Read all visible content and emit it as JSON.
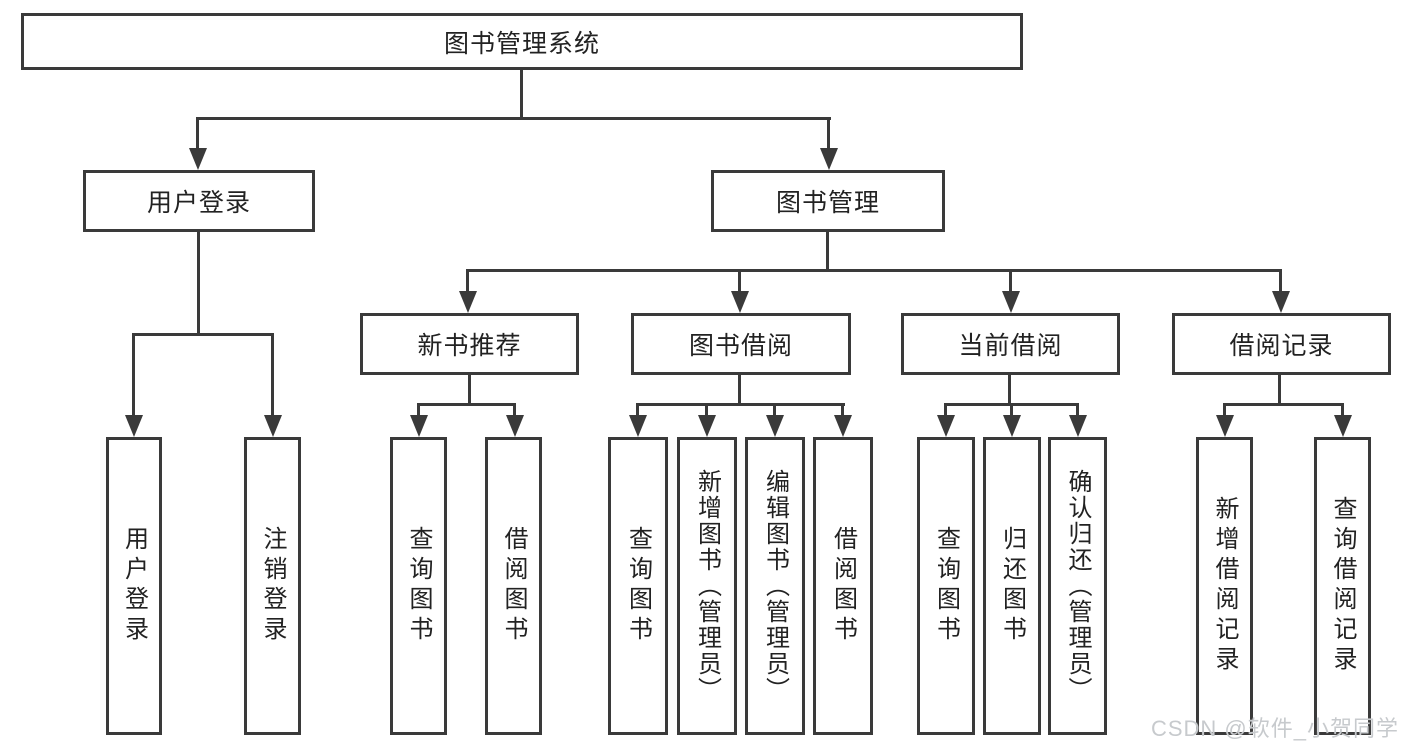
{
  "diagram_title": "图书管理系统",
  "watermark": "CSDN @软件_小贺同学",
  "colors": {
    "line": "#3a3a3a",
    "text": "#222222",
    "background": "#ffffff",
    "watermark": "#c7cacd"
  },
  "nodes": {
    "root": {
      "label": "图书管理系统"
    },
    "user_login": {
      "label": "用户登录"
    },
    "book_mgmt": {
      "label": "图书管理"
    },
    "new_books": {
      "label": "新书推荐"
    },
    "book_borrow": {
      "label": "图书借阅"
    },
    "current_borrow": {
      "label": "当前借阅"
    },
    "borrow_records": {
      "label": "借阅记录"
    },
    "leaf_user_login": {
      "label": "用户登录"
    },
    "leaf_logout": {
      "label": "注销登录"
    },
    "leaf_nb_query": {
      "label": "查询图书"
    },
    "leaf_nb_borrow": {
      "label": "借阅图书"
    },
    "leaf_bb_query": {
      "label": "查询图书"
    },
    "leaf_bb_add": {
      "label": "新增图书（管理员）"
    },
    "leaf_bb_edit": {
      "label": "编辑图书（管理员）"
    },
    "leaf_bb_borrow": {
      "label": "借阅图书"
    },
    "leaf_cb_query": {
      "label": "查询图书"
    },
    "leaf_cb_return": {
      "label": "归还图书"
    },
    "leaf_cb_confirm": {
      "label": "确认归还（管理员）"
    },
    "leaf_br_add": {
      "label": "新增借阅记录"
    },
    "leaf_br_query": {
      "label": "查询借阅记录"
    }
  },
  "edges": [
    [
      "图书管理系统",
      "用户登录"
    ],
    [
      "图书管理系统",
      "图书管理"
    ],
    [
      "用户登录",
      "用户登录"
    ],
    [
      "用户登录",
      "注销登录"
    ],
    [
      "图书管理",
      "新书推荐"
    ],
    [
      "图书管理",
      "图书借阅"
    ],
    [
      "图书管理",
      "当前借阅"
    ],
    [
      "图书管理",
      "借阅记录"
    ],
    [
      "新书推荐",
      "查询图书"
    ],
    [
      "新书推荐",
      "借阅图书"
    ],
    [
      "图书借阅",
      "查询图书"
    ],
    [
      "图书借阅",
      "新增图书（管理员）"
    ],
    [
      "图书借阅",
      "编辑图书（管理员）"
    ],
    [
      "图书借阅",
      "借阅图书"
    ],
    [
      "当前借阅",
      "查询图书"
    ],
    [
      "当前借阅",
      "归还图书"
    ],
    [
      "当前借阅",
      "确认归还（管理员）"
    ],
    [
      "借阅记录",
      "新增借阅记录"
    ],
    [
      "借阅记录",
      "查询借阅记录"
    ]
  ]
}
